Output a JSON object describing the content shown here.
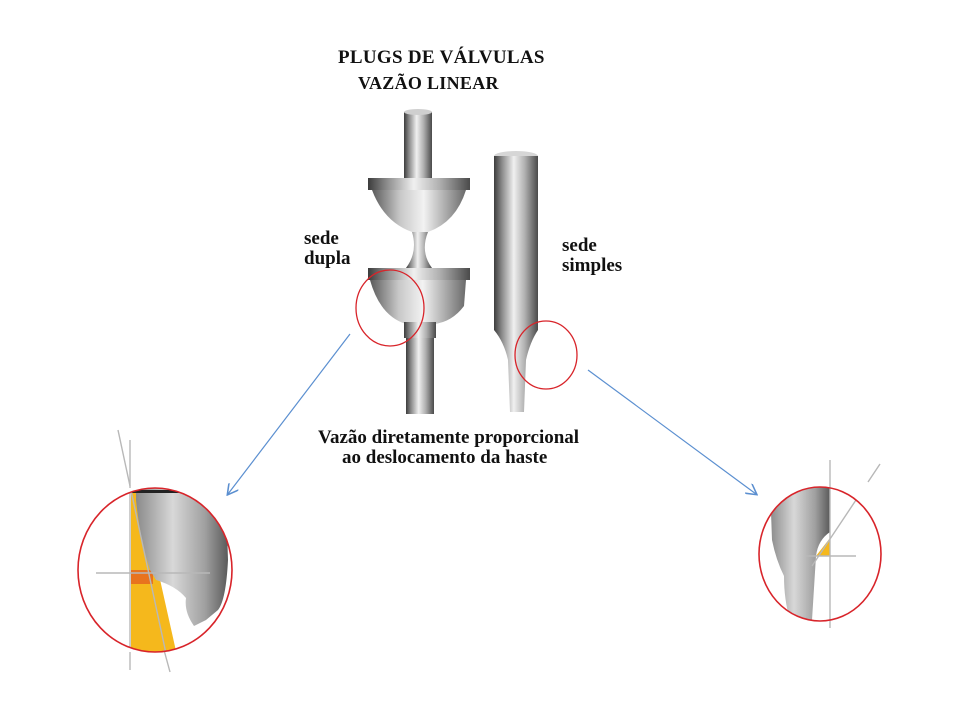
{
  "title": {
    "line1": "PLUGS DE VÁLVULAS",
    "line2": "VAZÃO LINEAR"
  },
  "labels": {
    "double_seat": "sede\ndupla",
    "single_seat": "sede\nsimples"
  },
  "caption": {
    "line1": "Vazão diretamente proporcional",
    "line2": "ao deslocamento da haste"
  },
  "colors": {
    "highlight_circle": "#d8242a",
    "arrow": "#5b8fd0",
    "area_fill": "#f5b81c",
    "area_accent": "#e8731e",
    "metal_dark": "#4a4a4a",
    "metal_light": "#e8e8e8",
    "guide_line": "#b8b8b8"
  }
}
